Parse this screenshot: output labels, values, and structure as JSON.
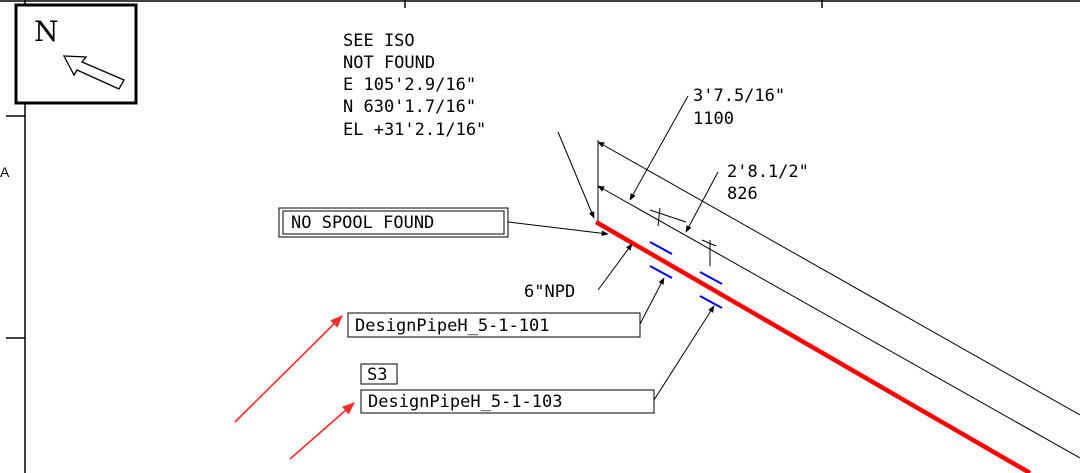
{
  "compass": {
    "label": "N"
  },
  "border": {
    "side_letter": "A"
  },
  "iso_note": {
    "lines": [
      "SEE ISO",
      "NOT FOUND",
      "E 105'2.9/16\"",
      "N 630'1.7/16\"",
      "EL +31'2.1/16\""
    ]
  },
  "dimension_outer": {
    "value": "3'7.5/16\"",
    "metric": "1100"
  },
  "dimension_inner": {
    "value": "2'8.1/2\"",
    "metric": "826"
  },
  "spool_label": "NO SPOOL FOUND",
  "pipe_size": "6\"NPD",
  "pipe_tag_1": "DesignPipeH_5-1-101",
  "spec_box": "S3",
  "pipe_tag_2": "DesignPipeH_5-1-103",
  "colors": {
    "pipe": "#ff0000",
    "joint": "#0000ff",
    "annotation_arrow": "#ff2a2a",
    "line": "#000000"
  }
}
